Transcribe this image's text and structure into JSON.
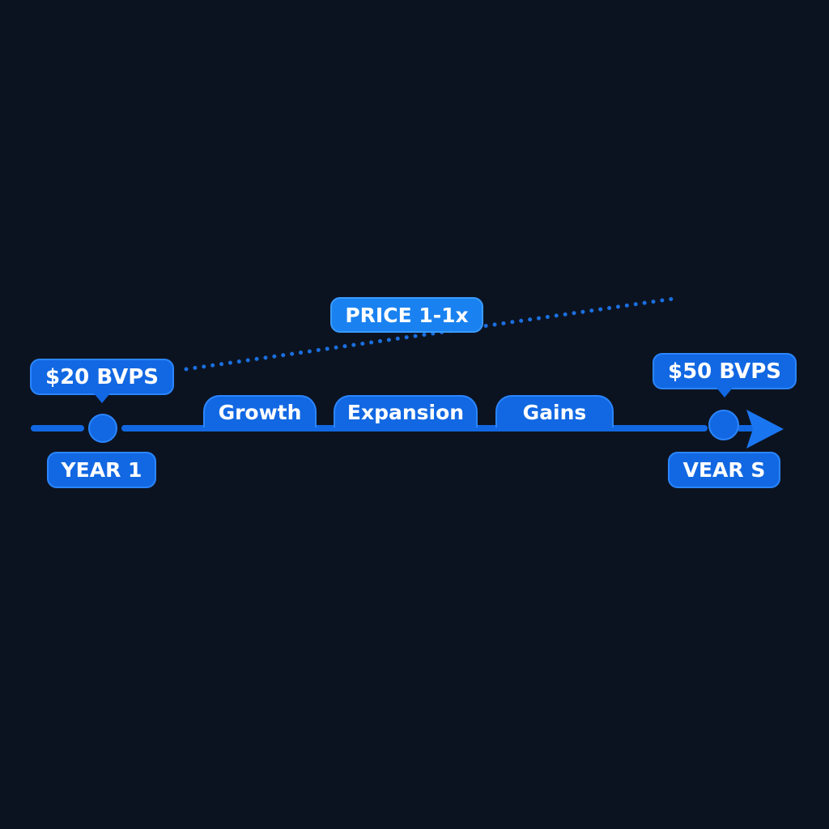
{
  "timeline": {
    "start": {
      "value_label": "$20 BVPS",
      "year_label": "YEAR 1"
    },
    "end": {
      "value_label": "$50 BVPS",
      "year_label": "VEAR S"
    },
    "stages": [
      "Growth",
      "Expansion",
      "Gains"
    ]
  },
  "price_label": "PRICE 1-1x",
  "colors": {
    "background": "#0c1320",
    "primary": "#1268e2",
    "accent": "#2b86ff",
    "price_fill": "#1a82f0"
  },
  "icons": [
    "arrow-right-icon",
    "start-node-icon",
    "end-node-icon"
  ]
}
